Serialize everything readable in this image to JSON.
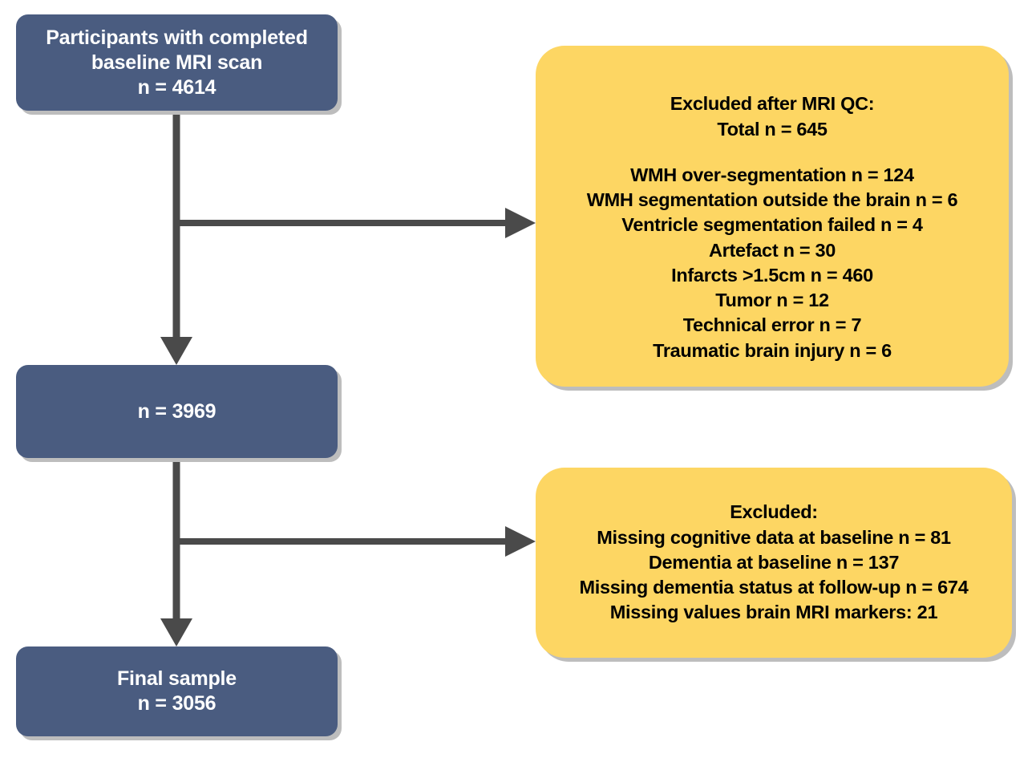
{
  "figure": {
    "type": "flowchart",
    "orientation": "vertical-with-right-branches",
    "colors": {
      "node_blue": "#4a5c80",
      "node_yellow": "#fdd663",
      "connector": "#4a4a4a",
      "shadow": "#bdbdbd",
      "blue_text": "#ffffff",
      "yellow_text": "#000000",
      "background": "#ffffff"
    }
  },
  "nodes": {
    "baseline": {
      "lines": [
        "Participants with completed",
        "baseline MRI scan",
        "n = 4614"
      ]
    },
    "after_qc": {
      "lines": [
        "n = 3969"
      ]
    },
    "final": {
      "lines": [
        "Final sample",
        "n = 3056"
      ]
    },
    "excluded_qc": {
      "header": [
        "Excluded after MRI QC:",
        "Total n = 645"
      ],
      "reasons": [
        "WMH over-segmentation n = 124",
        "WMH segmentation outside the brain n = 6",
        "Ventricle segmentation failed n = 4",
        "Artefact n = 30",
        "Infarcts >1.5cm n = 460",
        "Tumor n = 12",
        "Technical error n = 7",
        "Traumatic brain injury n = 6"
      ]
    },
    "excluded_cognitive": {
      "header": [
        "Excluded:"
      ],
      "reasons": [
        "Missing cognitive data at baseline n = 81",
        "Dementia at baseline n = 137",
        "Missing dementia status at follow-up n = 674",
        "Missing values brain MRI markers: 21"
      ]
    }
  },
  "connectors": [
    {
      "name": "baseline-to-after-qc",
      "kind": "vertical-arrow"
    },
    {
      "name": "baseline-to-excluded-qc",
      "kind": "horizontal-arrow"
    },
    {
      "name": "after-qc-to-final",
      "kind": "vertical-arrow"
    },
    {
      "name": "after-qc-to-excluded-cognitive",
      "kind": "horizontal-arrow"
    }
  ]
}
